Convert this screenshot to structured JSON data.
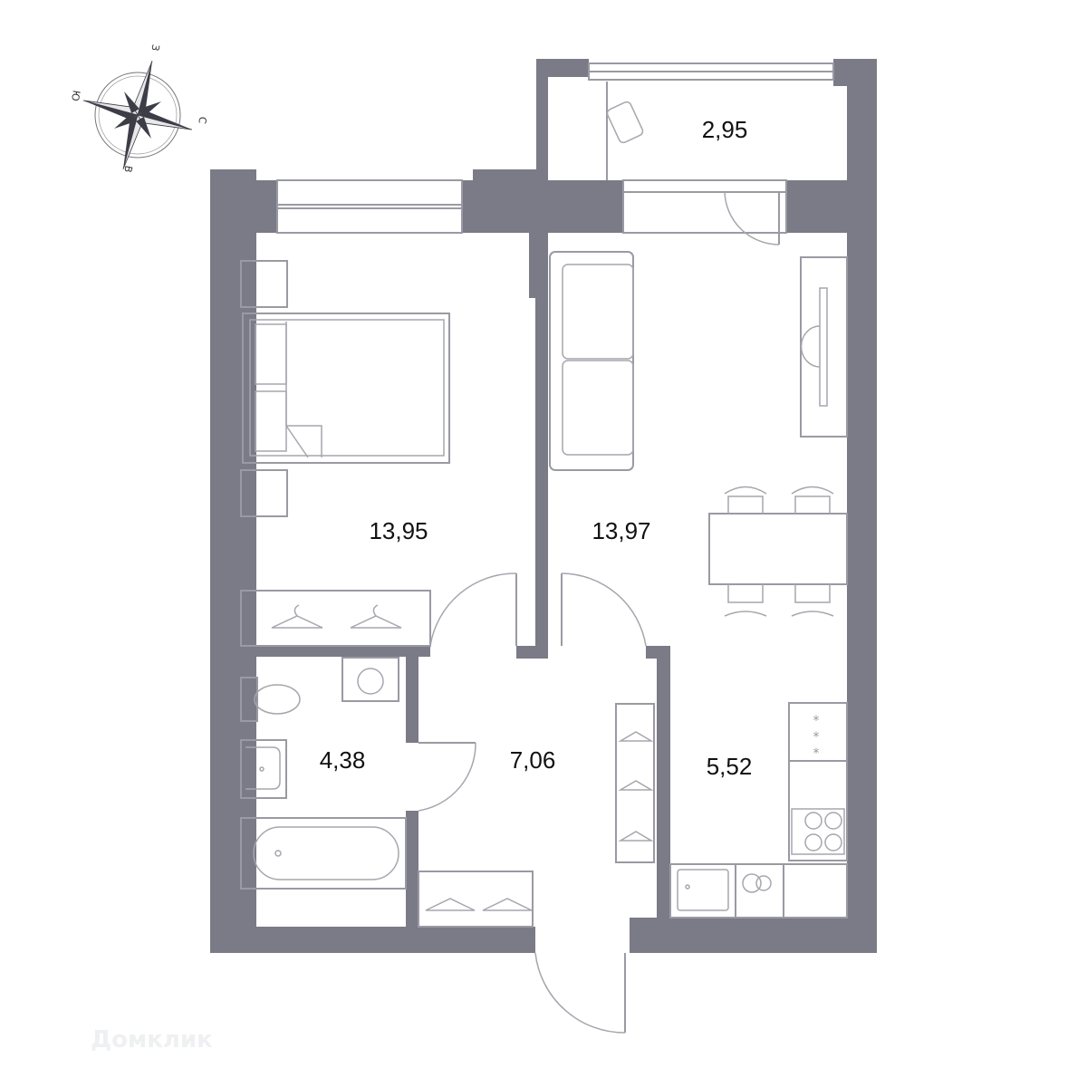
{
  "wall_color": "#7b7b87",
  "compass": {
    "north": "С",
    "south": "Ю",
    "west": "З",
    "east": "В"
  },
  "rooms": [
    {
      "name": "balcony",
      "area": "2,95"
    },
    {
      "name": "bedroom",
      "area": "13,95"
    },
    {
      "name": "living-room",
      "area": "13,97"
    },
    {
      "name": "bathroom",
      "area": "4,38"
    },
    {
      "name": "hallway",
      "area": "7,06"
    },
    {
      "name": "kitchen",
      "area": "5,52"
    }
  ],
  "watermark": "Домклик"
}
